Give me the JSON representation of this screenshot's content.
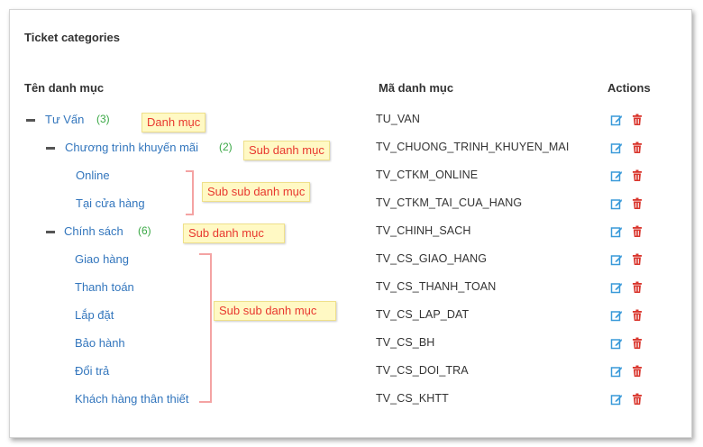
{
  "title": "Ticket categories",
  "columns": {
    "name": "Tên danh mục",
    "code": "Mã danh mục",
    "actions": "Actions"
  },
  "rows": [
    {
      "name": "Tư Vấn",
      "count": "(3)",
      "code": "TU_VAN"
    },
    {
      "name": "Chương trình khuyến mãi",
      "count": "(2)",
      "code": "TV_CHUONG_TRINH_KHUYEN_MAI"
    },
    {
      "name": "Online",
      "count": "",
      "code": "TV_CTKM_ONLINE"
    },
    {
      "name": "Tại cửa hàng",
      "count": "",
      "code": "TV_CTKM_TAI_CUA_HANG"
    },
    {
      "name": "Chính sách",
      "count": "(6)",
      "code": "TV_CHINH_SACH"
    },
    {
      "name": "Giao hàng",
      "count": "",
      "code": "TV_CS_GIAO_HANG"
    },
    {
      "name": "Thanh toán",
      "count": "",
      "code": "TV_CS_THANH_TOAN"
    },
    {
      "name": "Lắp đặt",
      "count": "",
      "code": "TV_CS_LAP_DAT"
    },
    {
      "name": "Bảo hành",
      "count": "",
      "code": "TV_CS_BH"
    },
    {
      "name": "Đổi trả",
      "count": "",
      "code": "TV_CS_DOI_TRA"
    },
    {
      "name": "Khách hàng thân thiết",
      "count": "",
      "code": "TV_CS_KHTT"
    }
  ],
  "annotations": {
    "category": "Danh mục",
    "sub_category_1": "Sub danh mục",
    "sub_sub_1": "Sub sub danh mục",
    "sub_category_2": "Sub danh mục",
    "sub_sub_2": "Sub sub danh mục"
  },
  "icons": {
    "edit": "edit-icon",
    "delete": "trash-icon"
  },
  "colors": {
    "link": "#3376bd",
    "count": "#3aa845",
    "edit": "#3a9ad9",
    "delete": "#d9342b",
    "note_text": "#e8382f",
    "note_bg": "#fff9c4"
  }
}
